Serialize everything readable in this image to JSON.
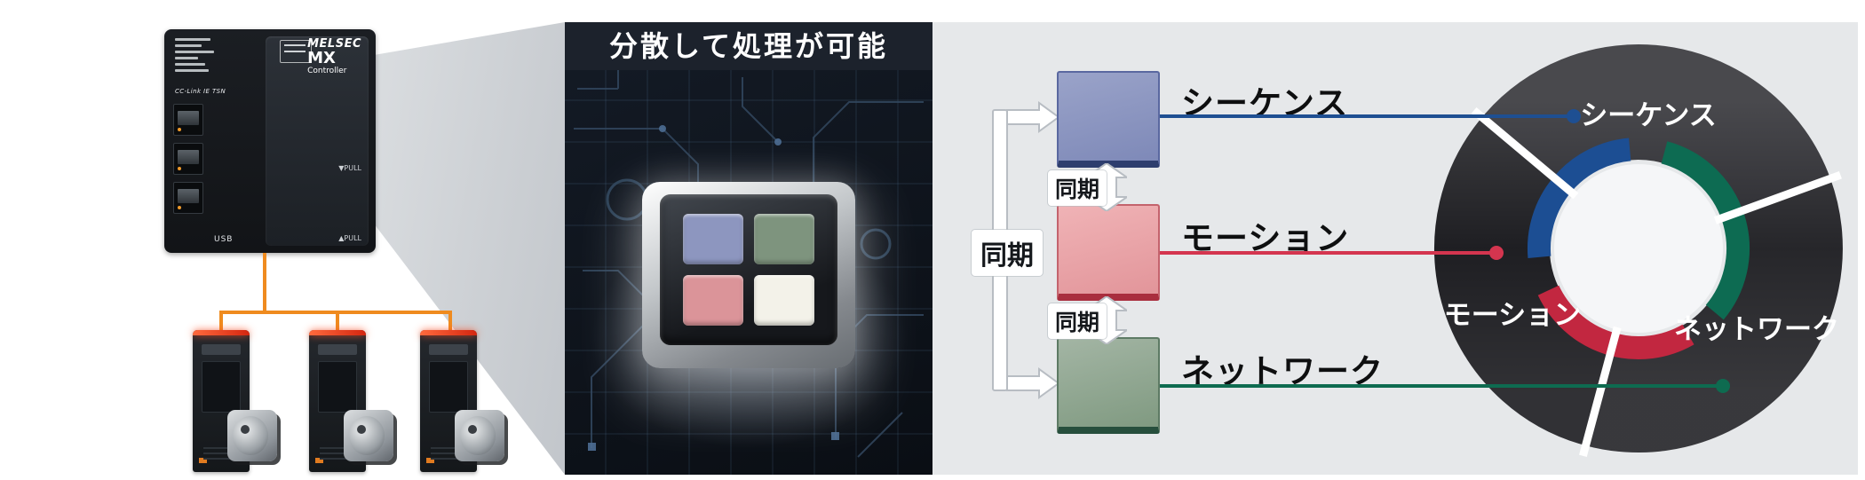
{
  "colors": {
    "background": "#ffffff",
    "panel_gray": "#e6e8ea",
    "dark_panel": "#0d1219",
    "wire_orange": "#ef8b1f",
    "sequence_box": "#8590bc",
    "sequence_line": "#1e4f92",
    "motion_box": "#e79ba0",
    "motion_line": "#d4354f",
    "network_box": "#87a089",
    "network_line": "#0e6b50",
    "donut_dark": "#232329"
  },
  "plc": {
    "brand": "MELSEC",
    "model": "MX",
    "series": "Controller",
    "usb_label": "USB",
    "pull_mid_label": "▼PULL",
    "pull_bottom_label": "▲PULL",
    "cclink_label": "CC-Link IE TSN"
  },
  "zoom_panel": {
    "title": "分散して処理が可能"
  },
  "flow": {
    "outer_sync_label": "同期",
    "between_sync_labels": [
      "同期",
      "同期"
    ],
    "boxes": [
      {
        "id": "sequence",
        "label": "シーケンス"
      },
      {
        "id": "motion",
        "label": "モーション"
      },
      {
        "id": "network",
        "label": "ネットワーク"
      }
    ]
  },
  "donut": {
    "segments": [
      {
        "label": "シーケンス",
        "accent": "#1c4e93"
      },
      {
        "label": "モーション",
        "accent": "#c22740"
      },
      {
        "label": "ネットワーク",
        "accent": "#0d6b52"
      }
    ]
  }
}
